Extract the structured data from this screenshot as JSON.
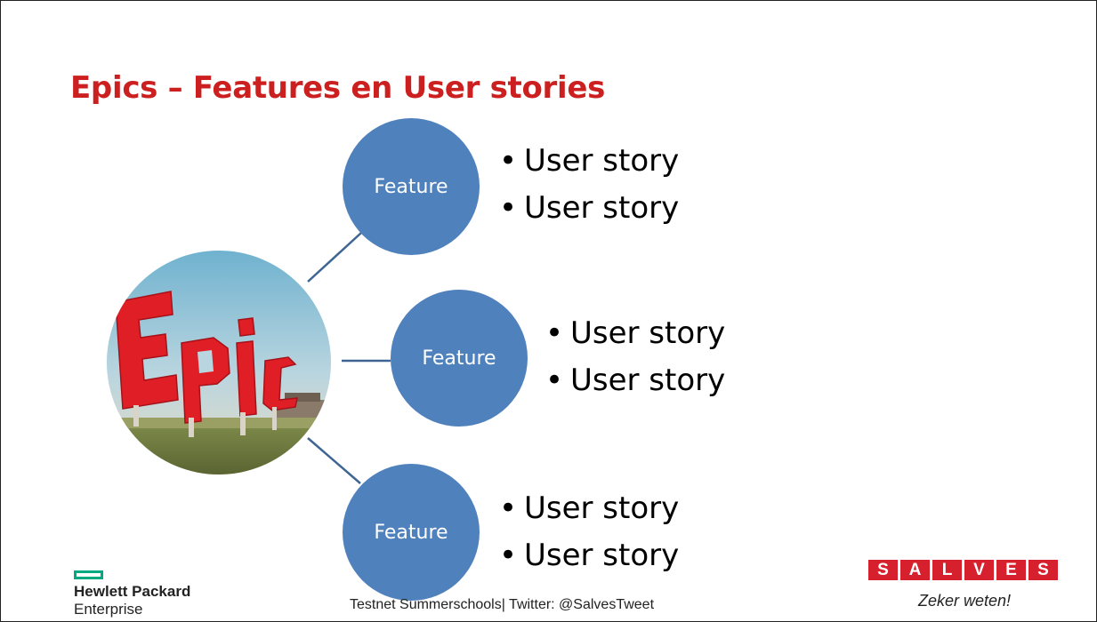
{
  "slide": {
    "title": "Epics – Features en User stories",
    "title_color": "#cc1f1f",
    "epic": {
      "image_text": "Epic",
      "image_text_color": "#e01e26"
    },
    "features": [
      {
        "label": "Feature",
        "stories": [
          "User story",
          "User story"
        ]
      },
      {
        "label": "Feature",
        "stories": [
          "User story",
          "User story"
        ]
      },
      {
        "label": "Feature",
        "stories": [
          "User story",
          "User story"
        ]
      }
    ],
    "bullet": "•",
    "feature_color": "#4f81bd",
    "connector_color": "#3f6592",
    "footer_text": "Testnet Summerschools| Twitter: @SalvesTweet"
  },
  "logos": {
    "hpe": {
      "line1": "Hewlett Packard",
      "line2": "Enterprise",
      "accent": "#01a982"
    },
    "salves": {
      "letters": [
        "S",
        "A",
        "L",
        "V",
        "E",
        "S"
      ],
      "tagline": "Zeker weten!",
      "accent": "#d6202e"
    }
  }
}
